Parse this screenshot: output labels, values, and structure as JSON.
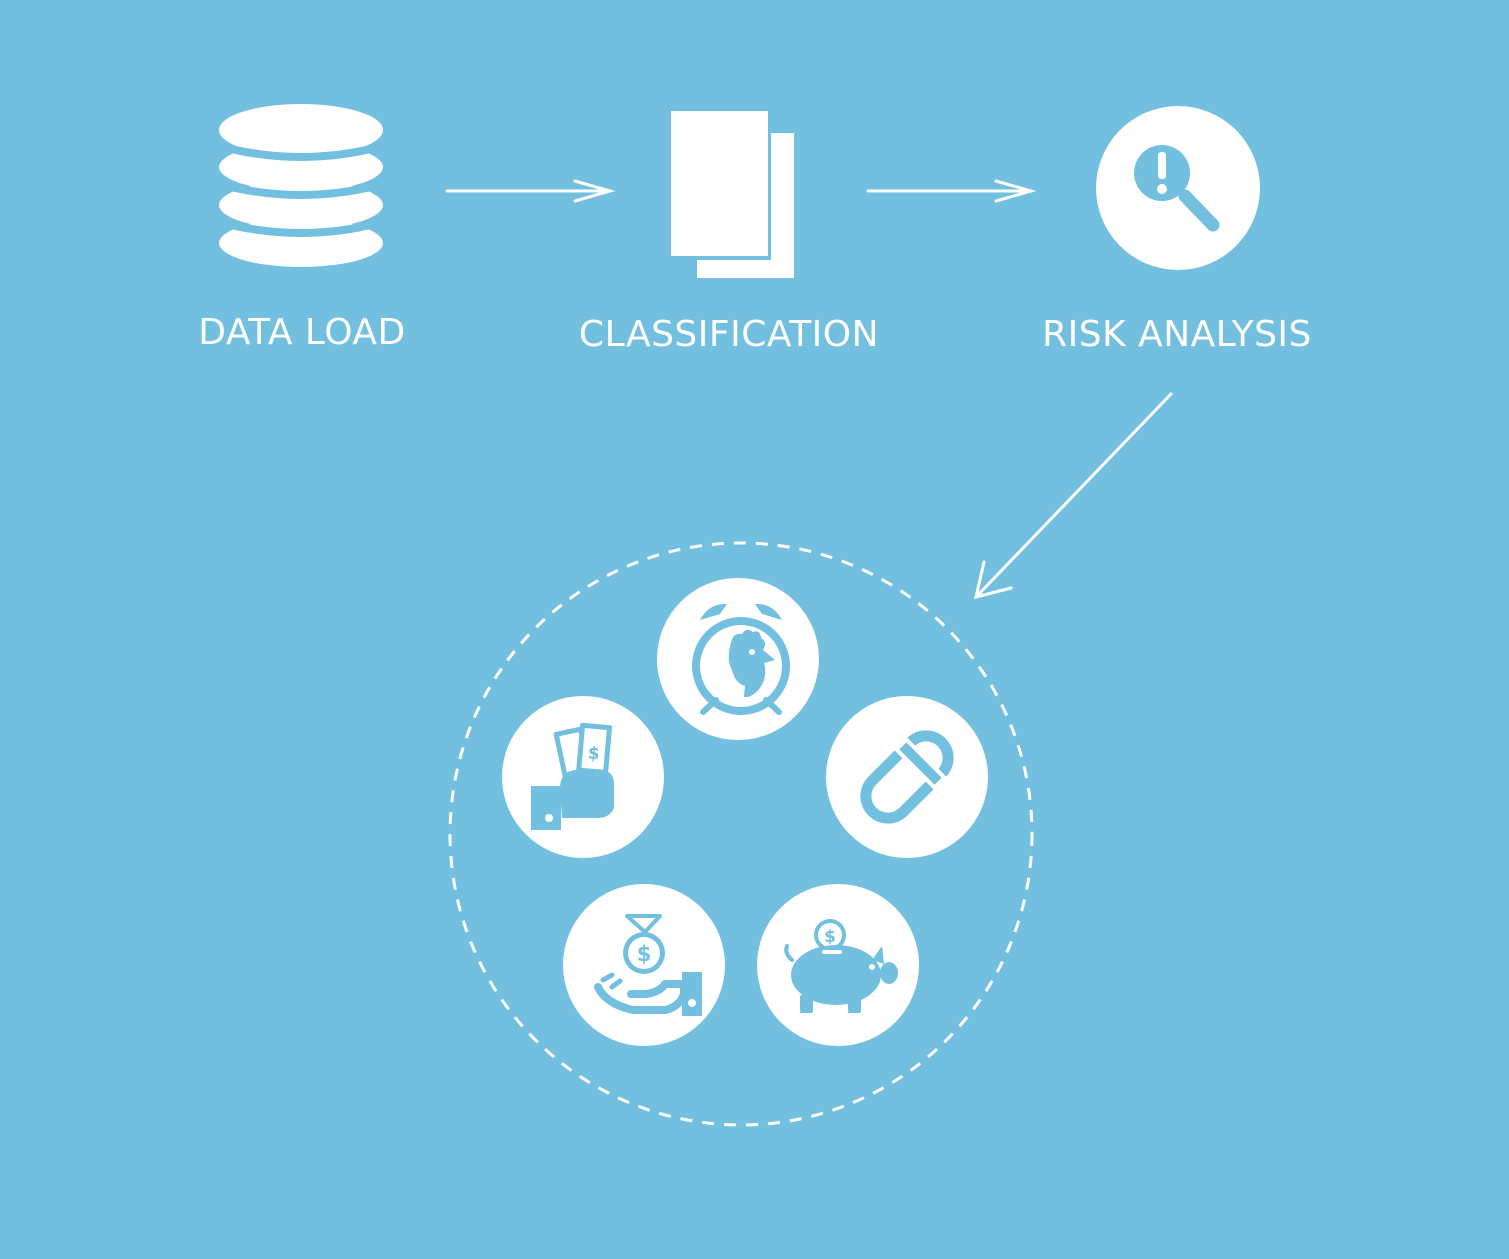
{
  "steps": [
    {
      "label": "DATA LOAD",
      "icon": "database-icon"
    },
    {
      "label": "CLASSIFICATION",
      "icon": "documents-icon"
    },
    {
      "label": "RISK ANALYSIS",
      "icon": "risk-search-icon"
    }
  ],
  "risk_types": [
    {
      "icon": "alarm-clock-rooster-icon"
    },
    {
      "icon": "carabiner-icon"
    },
    {
      "icon": "piggy-bank-icon"
    },
    {
      "icon": "hand-money-bag-icon"
    },
    {
      "icon": "hand-cash-icon"
    }
  ],
  "colors": {
    "background": "#72bfdf",
    "foreground": "#ffffff"
  }
}
